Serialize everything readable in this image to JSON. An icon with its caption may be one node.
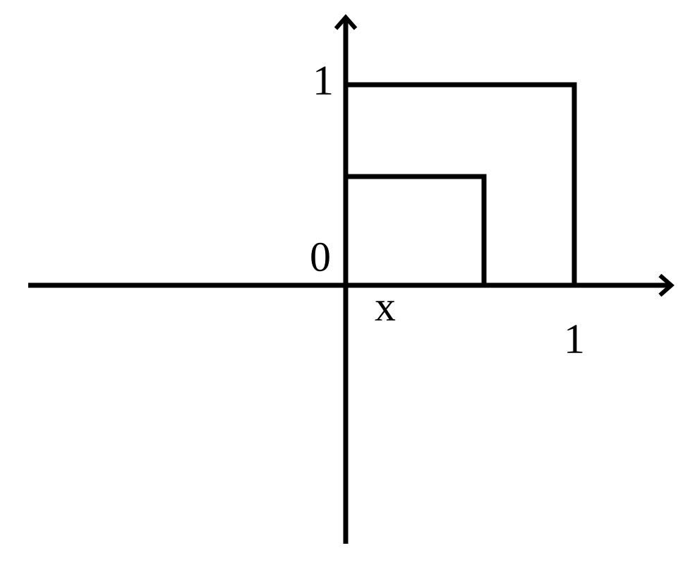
{
  "diagram": {
    "labels": [
      "1",
      "0",
      "x",
      "1"
    ]
  }
}
